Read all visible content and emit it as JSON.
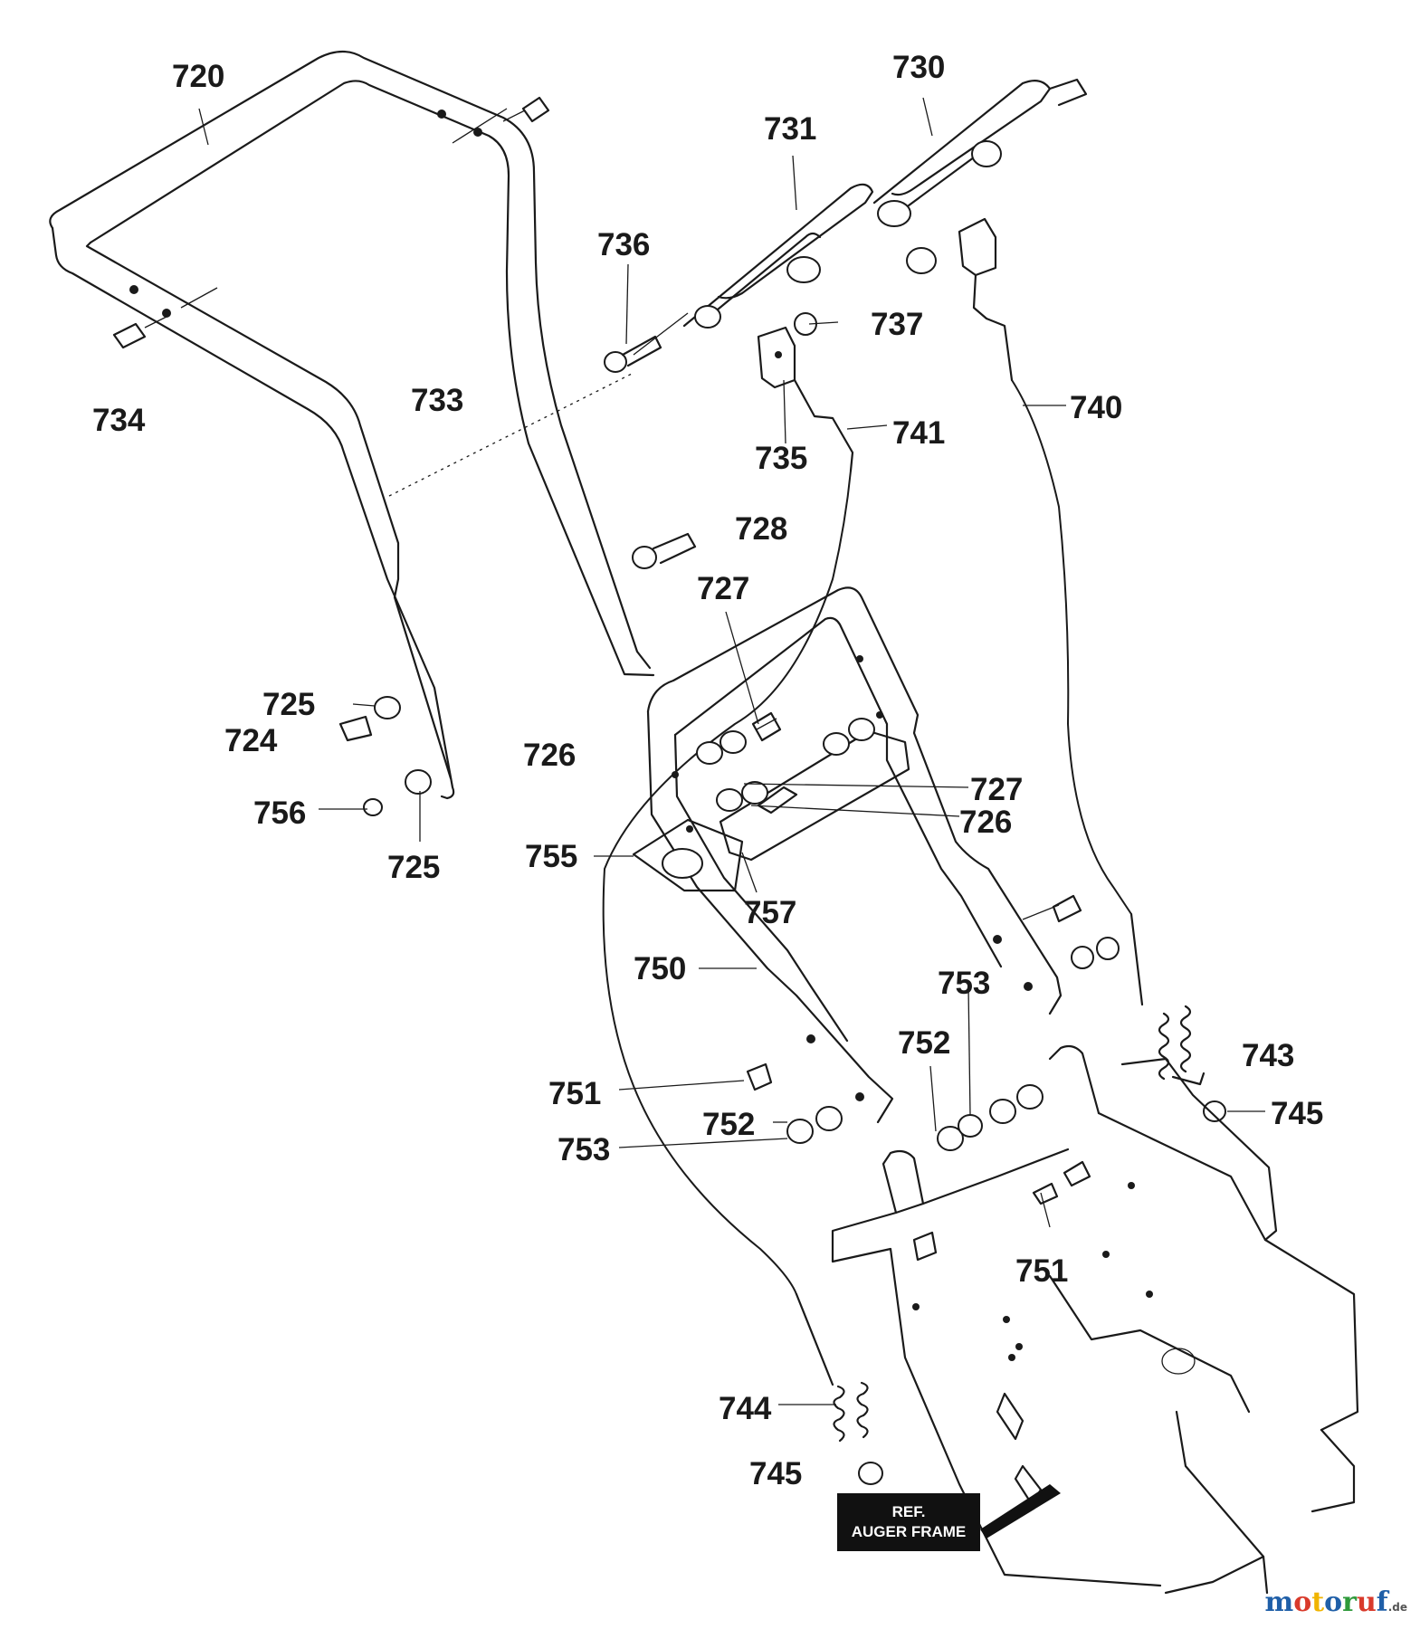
{
  "diagram": {
    "labels": [
      {
        "id": "720",
        "text": "720"
      },
      {
        "id": "730",
        "text": "730"
      },
      {
        "id": "731",
        "text": "731"
      },
      {
        "id": "736",
        "text": "736"
      },
      {
        "id": "737",
        "text": "737"
      },
      {
        "id": "734",
        "text": "734"
      },
      {
        "id": "733",
        "text": "733"
      },
      {
        "id": "740",
        "text": "740"
      },
      {
        "id": "741",
        "text": "741"
      },
      {
        "id": "735",
        "text": "735"
      },
      {
        "id": "728",
        "text": "728"
      },
      {
        "id": "727a",
        "text": "727"
      },
      {
        "id": "725a",
        "text": "725"
      },
      {
        "id": "724",
        "text": "724"
      },
      {
        "id": "726a",
        "text": "726"
      },
      {
        "id": "727b",
        "text": "727"
      },
      {
        "id": "726b",
        "text": "726"
      },
      {
        "id": "756",
        "text": "756"
      },
      {
        "id": "725b",
        "text": "725"
      },
      {
        "id": "755",
        "text": "755"
      },
      {
        "id": "757",
        "text": "757"
      },
      {
        "id": "750",
        "text": "750"
      },
      {
        "id": "753a",
        "text": "753"
      },
      {
        "id": "752a",
        "text": "752"
      },
      {
        "id": "743",
        "text": "743"
      },
      {
        "id": "751a",
        "text": "751"
      },
      {
        "id": "745a",
        "text": "745"
      },
      {
        "id": "752b",
        "text": "752"
      },
      {
        "id": "753b",
        "text": "753"
      },
      {
        "id": "751b",
        "text": "751"
      },
      {
        "id": "744",
        "text": "744"
      },
      {
        "id": "745b",
        "text": "745"
      }
    ],
    "ref_line1": "REF.",
    "ref_line2": "AUGER FRAME"
  },
  "watermark": {
    "m": "m",
    "o1": "o",
    "t": "t",
    "o2": "o",
    "r": "r",
    "u": "u",
    "f": "f",
    "de": ".de"
  },
  "colors": {
    "m": "#1f5fa8",
    "o1": "#d93a2b",
    "t": "#f0b400",
    "o2": "#1f5fa8",
    "r": "#2e9a3a",
    "u": "#d93a2b",
    "f": "#1f5fa8"
  }
}
